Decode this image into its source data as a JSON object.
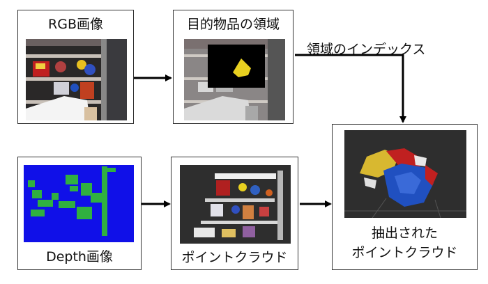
{
  "boxes": {
    "rgb": {
      "label": "RGB画像"
    },
    "target": {
      "label": "目的物品の領域"
    },
    "depth": {
      "label": "Depth画像"
    },
    "pointcloud": {
      "label": "ポイントクラウド"
    },
    "extracted": {
      "label_line1": "抽出された",
      "label_line2": "ポイントクラウド"
    }
  },
  "edge_label": "領域のインデックス",
  "colors": {
    "depth_background": "#1010e8",
    "depth_points": "#30b040",
    "mask_background": "#000000",
    "object_yellow": "#e8d020",
    "cloud_background": "#2e2e2e",
    "arrow": "#000000"
  }
}
